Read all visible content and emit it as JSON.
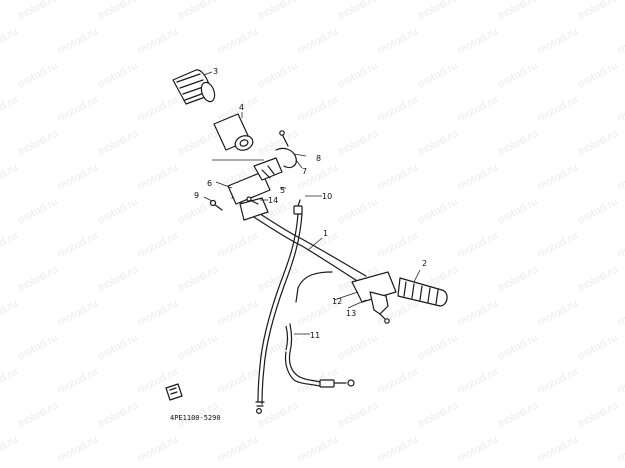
{
  "watermark": {
    "text": "motod.ru"
  },
  "diagram": {
    "parts": [
      {
        "id": "handlebar",
        "number": "1",
        "icon": "handlebar-icon"
      },
      {
        "id": "grip-left",
        "number": "2",
        "icon": "grip-icon"
      },
      {
        "id": "grip-right",
        "number": "3",
        "icon": "grip-icon"
      },
      {
        "id": "throttle-tube",
        "number": "4",
        "icon": "throttle-tube-icon"
      },
      {
        "id": "throttle-housing-cap",
        "number": "5",
        "icon": "housing-icon"
      },
      {
        "id": "throttle-housing",
        "number": "6",
        "icon": "housing-icon"
      },
      {
        "id": "clamp",
        "number": "7",
        "icon": "clamp-icon"
      },
      {
        "id": "screw-8",
        "number": "8",
        "icon": "screw-icon"
      },
      {
        "id": "screw-9",
        "number": "9",
        "icon": "screw-icon"
      },
      {
        "id": "throttle-cable",
        "number": "10",
        "icon": "cable-icon"
      },
      {
        "id": "clutch-cable",
        "number": "11",
        "icon": "cable-icon"
      },
      {
        "id": "clutch-lever",
        "number": "12",
        "icon": "lever-icon"
      },
      {
        "id": "lever-bolt",
        "number": "13",
        "icon": "bolt-icon"
      },
      {
        "id": "screw-14",
        "number": "14",
        "icon": "screw-icon"
      }
    ],
    "figure_code": "4PE1100-5290"
  }
}
